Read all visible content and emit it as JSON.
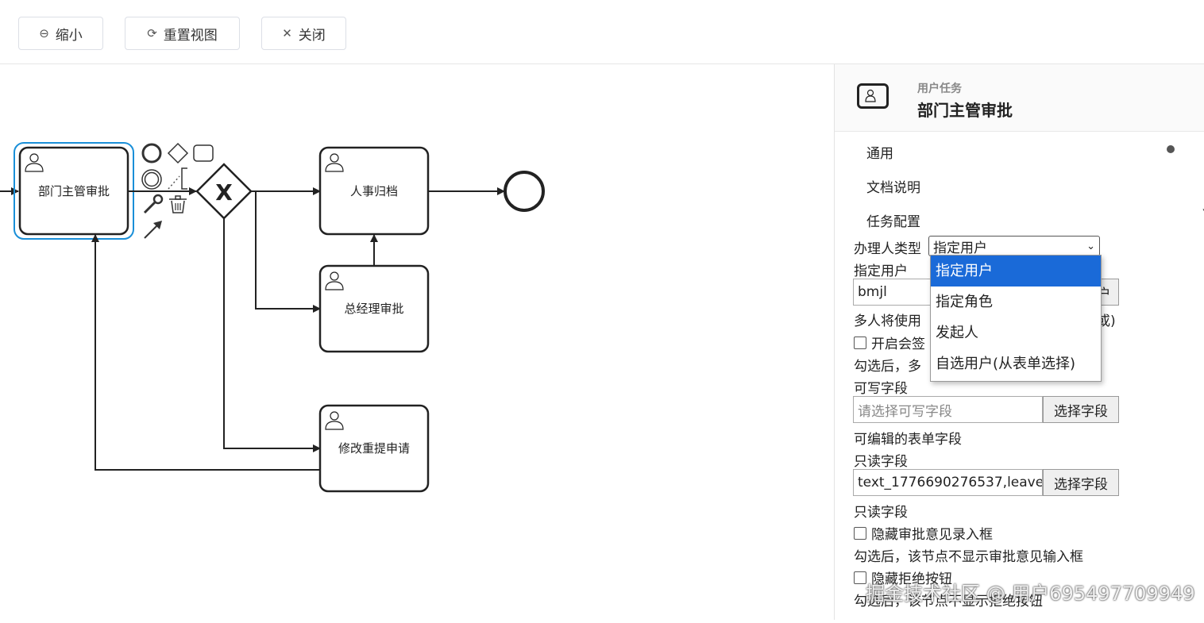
{
  "toolbar": {
    "zoom_out": "缩小",
    "reset_view": "重置视图",
    "close": "关闭"
  },
  "diagram": {
    "task1": "部门主管审批",
    "task2": "人事归档",
    "task3": "总经理审批",
    "task4": "修改重提申请",
    "gateway_symbol": "X"
  },
  "panel": {
    "element_type": "用户任务",
    "element_name": "部门主管审批",
    "groups": {
      "general": "通用",
      "documentation": "文档说明",
      "task_config": "任务配置"
    },
    "assignee_type_label": "办理人类型",
    "assignee_type_value": "指定用户",
    "assigned_user_label": "指定用户",
    "assigned_user_value": "bmjl",
    "assigned_user_button": "户",
    "multi_user_hint_left": "多人将使用",
    "multi_user_hint_right": "或)",
    "countersign_label": "开启会签",
    "countersign_hint_left": "勾选后，多",
    "writable_label": "可写字段",
    "writable_placeholder": "请选择可写字段",
    "writable_button": "选择字段",
    "writable_hint": "可编辑的表单字段",
    "readonly_label": "只读字段",
    "readonly_value": "text_1776690276537,leave",
    "readonly_button": "选择字段",
    "readonly_hint": "只读字段",
    "hide_opinion_label": "隐藏审批意见录入框",
    "hide_opinion_hint": "勾选后，该节点不显示审批意见输入框",
    "hide_reject_label": "隐藏拒绝按钮",
    "hide_reject_hint": "勾选后，该节点不显示拒绝按钮"
  },
  "dropdown": {
    "options": [
      "指定用户",
      "指定角色",
      "发起人",
      "自选用户(从表单选择)"
    ],
    "selected_index": 0
  },
  "watermark": "掘金技术社区 @ 用户695497709949",
  "colors": {
    "selection_blue": "#1a8fd8",
    "dropdown_highlight": "#1a6ad8"
  }
}
